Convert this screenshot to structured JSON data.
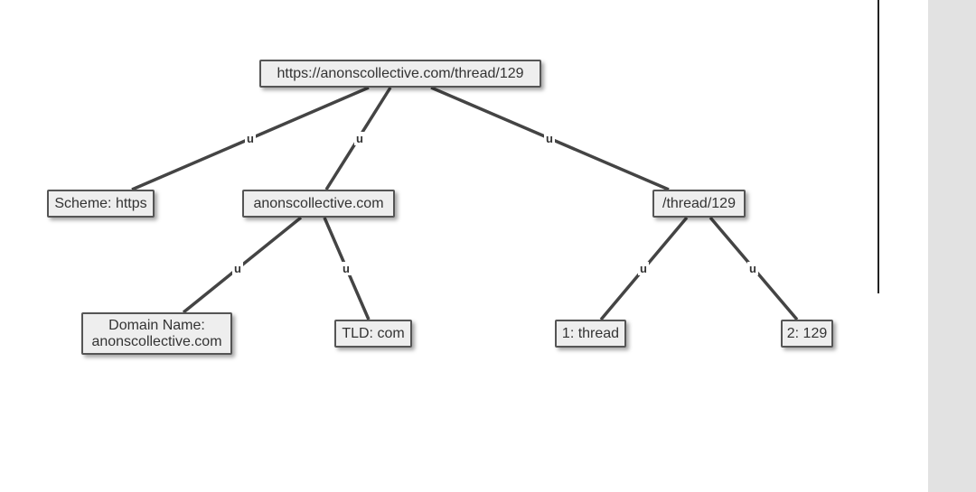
{
  "nodes": {
    "root": "https://anonscollective.com/thread/129",
    "scheme": "Scheme: https",
    "domain": "anonscollective.com",
    "path": "/thread/129",
    "domain_name_line1": "Domain Name:",
    "domain_name_line2": "anonscollective.com",
    "tld": "TLD: com",
    "path_1": "1: thread",
    "path_2": "2: 129"
  },
  "edges": [
    {
      "from": "root",
      "to": "scheme",
      "label": "u"
    },
    {
      "from": "root",
      "to": "domain",
      "label": "u"
    },
    {
      "from": "root",
      "to": "path",
      "label": "u"
    },
    {
      "from": "domain",
      "to": "domain_name",
      "label": "u"
    },
    {
      "from": "domain",
      "to": "tld",
      "label": "u"
    },
    {
      "from": "path",
      "to": "path_1",
      "label": "u"
    },
    {
      "from": "path",
      "to": "path_2",
      "label": "u"
    }
  ]
}
